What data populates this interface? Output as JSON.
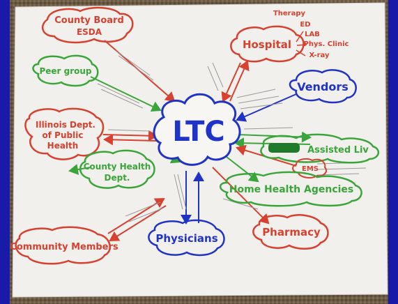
{
  "center": {
    "label": "LTC"
  },
  "nodes": {
    "county_board": {
      "line1": "County Board",
      "line2": "ESDA"
    },
    "hospital": {
      "label": "Hospital"
    },
    "hospital_services": [
      "Therapy",
      "ED",
      "LAB",
      "Phys. Clinic",
      "X-ray"
    ],
    "peer_group": {
      "label": "Peer group"
    },
    "vendors": {
      "label": "Vendors"
    },
    "idph": {
      "line1": "Illinois Dept.",
      "line2": "of Public",
      "line3": "Health"
    },
    "county_health": {
      "line1": "County Health",
      "line2": "Dept."
    },
    "assisted_living": {
      "label": "Assisted Liv"
    },
    "ems": {
      "label": "EMS"
    },
    "home_health": {
      "label": "Home Health Agencies"
    },
    "physicians": {
      "label": "Physicians"
    },
    "pharmacy": {
      "label": "Pharmacy"
    },
    "community": {
      "label": "Community Members"
    }
  },
  "colors": {
    "background": "#1a1aa8",
    "paper": "#f2f0ec",
    "carpet": "#6b5a43",
    "red": "#d8402f",
    "green": "#3aa53a",
    "blue": "#1f33c8",
    "pencil": "#8a8a8a"
  }
}
